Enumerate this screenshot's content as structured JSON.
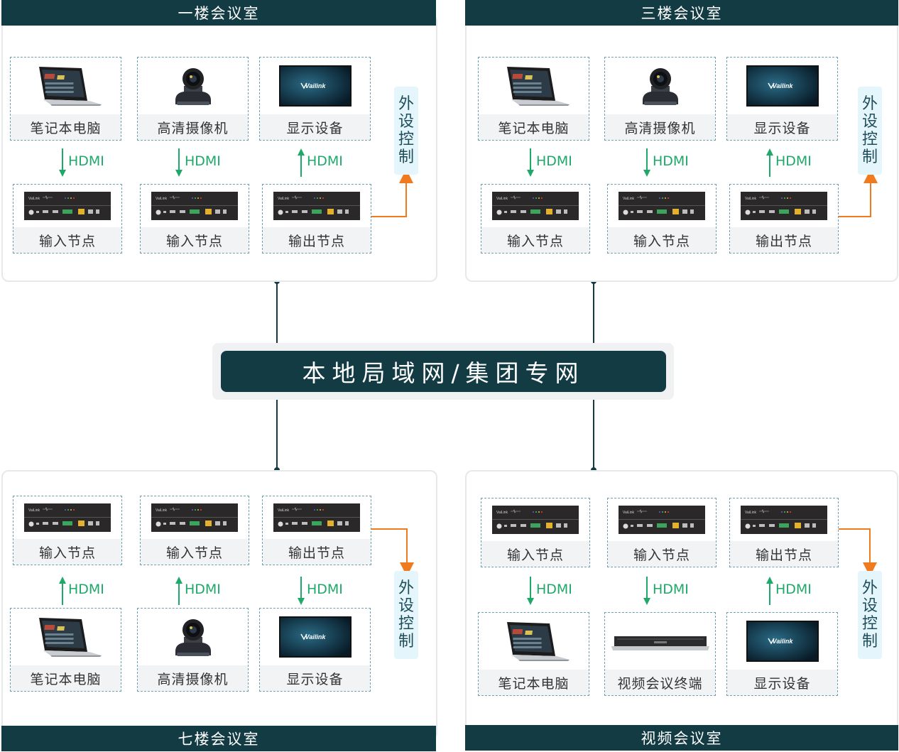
{
  "network": {
    "label": "本地局域网/集团专网"
  },
  "link_label": "HDMI",
  "peripheral_label": [
    "外",
    "设",
    "控",
    "制"
  ],
  "rooms": [
    {
      "title": "一楼会议室",
      "sources": [
        {
          "label": "笔记本电脑",
          "icon": "laptop-icon"
        },
        {
          "label": "高清摄像机",
          "icon": "camera-icon"
        },
        {
          "label": "显示设备",
          "icon": "display-icon"
        }
      ],
      "nodes": [
        {
          "label": "输入节点",
          "icon": "node-device-icon"
        },
        {
          "label": "输入节点",
          "icon": "node-device-icon"
        },
        {
          "label": "输出节点",
          "icon": "node-device-icon"
        }
      ]
    },
    {
      "title": "三楼会议室",
      "sources": [
        {
          "label": "笔记本电脑",
          "icon": "laptop-icon"
        },
        {
          "label": "高清摄像机",
          "icon": "camera-icon"
        },
        {
          "label": "显示设备",
          "icon": "display-icon"
        }
      ],
      "nodes": [
        {
          "label": "输入节点",
          "icon": "node-device-icon"
        },
        {
          "label": "输入节点",
          "icon": "node-device-icon"
        },
        {
          "label": "输出节点",
          "icon": "node-device-icon"
        }
      ]
    },
    {
      "title": "七楼会议室",
      "sources": [
        {
          "label": "笔记本电脑",
          "icon": "laptop-icon"
        },
        {
          "label": "高清摄像机",
          "icon": "camera-icon"
        },
        {
          "label": "显示设备",
          "icon": "display-icon"
        }
      ],
      "nodes": [
        {
          "label": "输入节点",
          "icon": "node-device-icon"
        },
        {
          "label": "输入节点",
          "icon": "node-device-icon"
        },
        {
          "label": "输出节点",
          "icon": "node-device-icon"
        }
      ]
    },
    {
      "title": "视频会议室",
      "sources": [
        {
          "label": "笔记本电脑",
          "icon": "laptop-icon"
        },
        {
          "label": "视频会议终端",
          "icon": "video-conference-terminal-icon"
        },
        {
          "label": "显示设备",
          "icon": "display-icon"
        }
      ],
      "nodes": [
        {
          "label": "输入节点",
          "icon": "node-device-icon"
        },
        {
          "label": "输入节点",
          "icon": "node-device-icon"
        },
        {
          "label": "输出节点",
          "icon": "node-device-icon"
        }
      ]
    }
  ],
  "display_brand": "Vailink",
  "node_brand": "VaiLink",
  "colors": {
    "title_bar": "#133b44",
    "hdmi_arrow": "#1ea86a",
    "control_line": "#f07a1e",
    "card_border": "#6f9fb4",
    "peripheral_bg": "#e4f6fb"
  }
}
